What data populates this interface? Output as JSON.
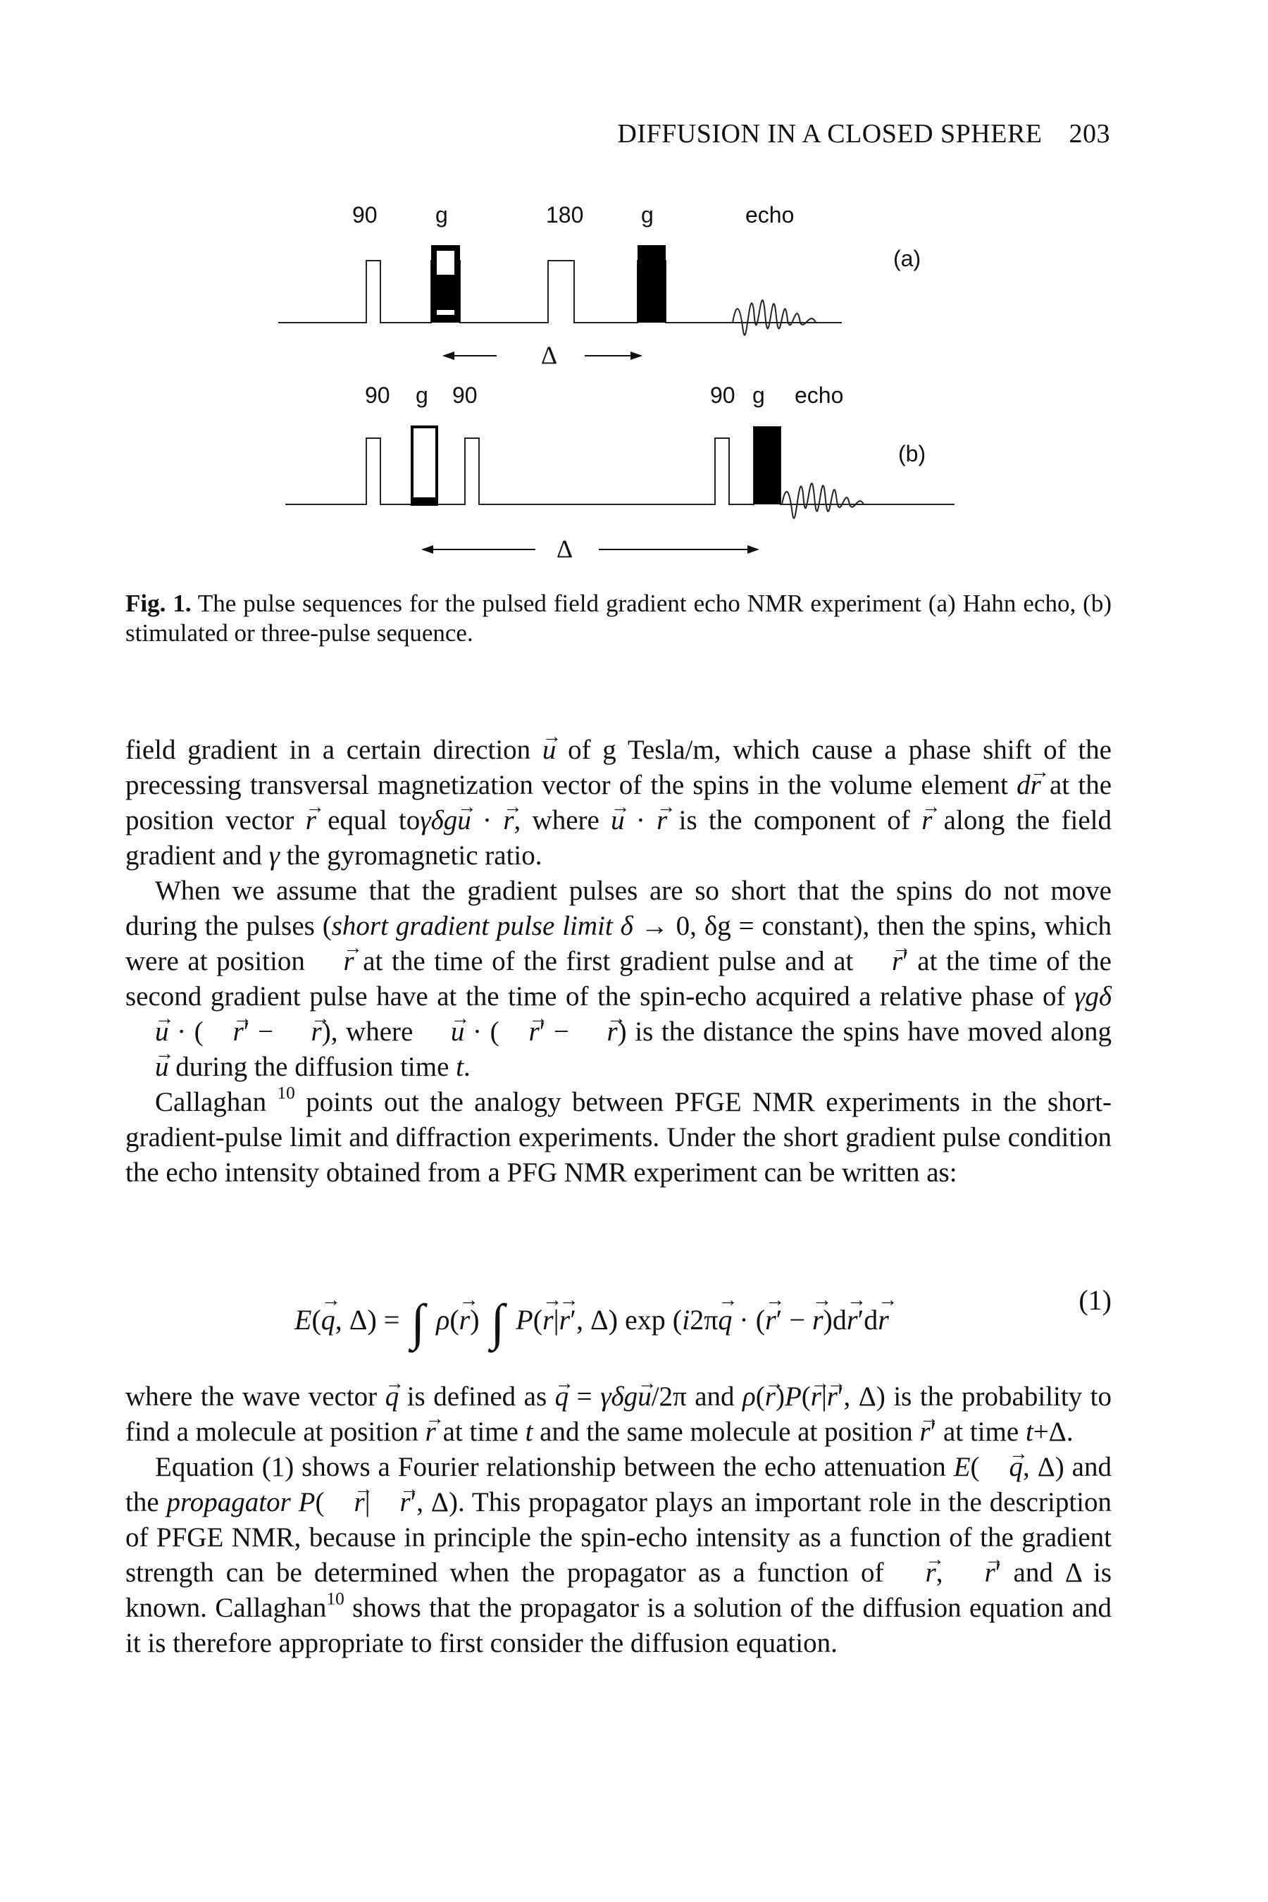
{
  "header": {
    "title": "DIFFUSION IN A CLOSED SPHERE",
    "page_number": "203"
  },
  "figure": {
    "a": {
      "labels": [
        "90",
        "g",
        "180",
        "g",
        "echo"
      ],
      "panel": "(a)",
      "delta": "Δ"
    },
    "b": {
      "labels": [
        "90",
        "g",
        "90",
        "90",
        "g",
        "echo"
      ],
      "panel": "(b)",
      "delta": "Δ"
    }
  },
  "caption": {
    "label": "Fig. 1.",
    "text": "The pulse sequences for the pulsed field gradient echo NMR experiment (a) Hahn echo, (b) stimulated or three-pulse sequence."
  },
  "equation": {
    "number": "(1)"
  }
}
